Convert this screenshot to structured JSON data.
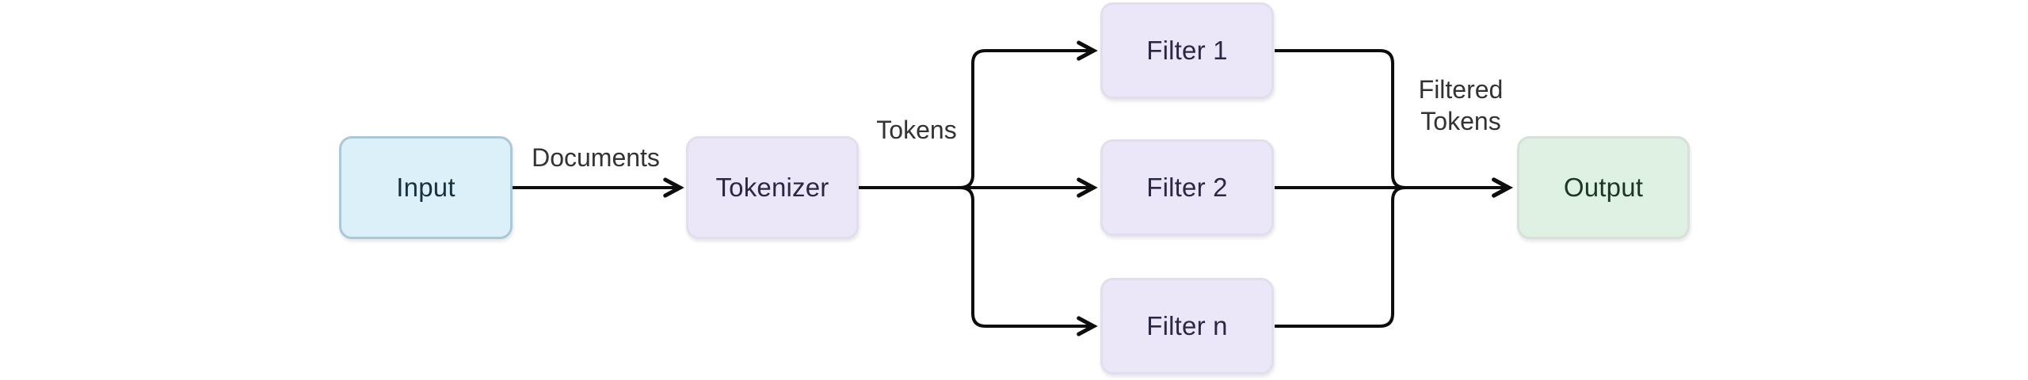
{
  "diagram": {
    "type": "flowchart",
    "direction": "left-to-right",
    "background": "#ffffff",
    "edge_color": "#0d0d0d",
    "label_color": "#333333",
    "nodes": [
      {
        "id": "input",
        "label": "Input",
        "fill": "#dcf0f9",
        "border": "#abc8d6",
        "text_color": "#17313f"
      },
      {
        "id": "tokenizer",
        "label": "Tokenizer",
        "fill": "#ece6f9",
        "border": "#e2dfed",
        "text_color": "#2b2844"
      },
      {
        "id": "filter1",
        "label": "Filter 1",
        "fill": "#ece6f9",
        "border": "#e2dfed",
        "text_color": "#2b2844"
      },
      {
        "id": "filter2",
        "label": "Filter 2",
        "fill": "#ece6f9",
        "border": "#e2dfed",
        "text_color": "#2b2844"
      },
      {
        "id": "filtern",
        "label": "Filter n",
        "fill": "#ece6f9",
        "border": "#e2dfed",
        "text_color": "#2b2844"
      },
      {
        "id": "output",
        "label": "Output",
        "fill": "#def1e3",
        "border": "#d9e0da",
        "text_color": "#1c3524"
      }
    ],
    "edges": [
      {
        "from": "input",
        "to": "tokenizer",
        "label": "Documents"
      },
      {
        "from": "tokenizer",
        "to": "filter1",
        "label": "Tokens"
      },
      {
        "from": "tokenizer",
        "to": "filter2",
        "label": ""
      },
      {
        "from": "tokenizer",
        "to": "filtern",
        "label": ""
      },
      {
        "from": "filter1",
        "to": "output",
        "label": "Filtered\nTokens"
      },
      {
        "from": "filter2",
        "to": "output",
        "label": ""
      },
      {
        "from": "filtern",
        "to": "output",
        "label": ""
      }
    ]
  }
}
